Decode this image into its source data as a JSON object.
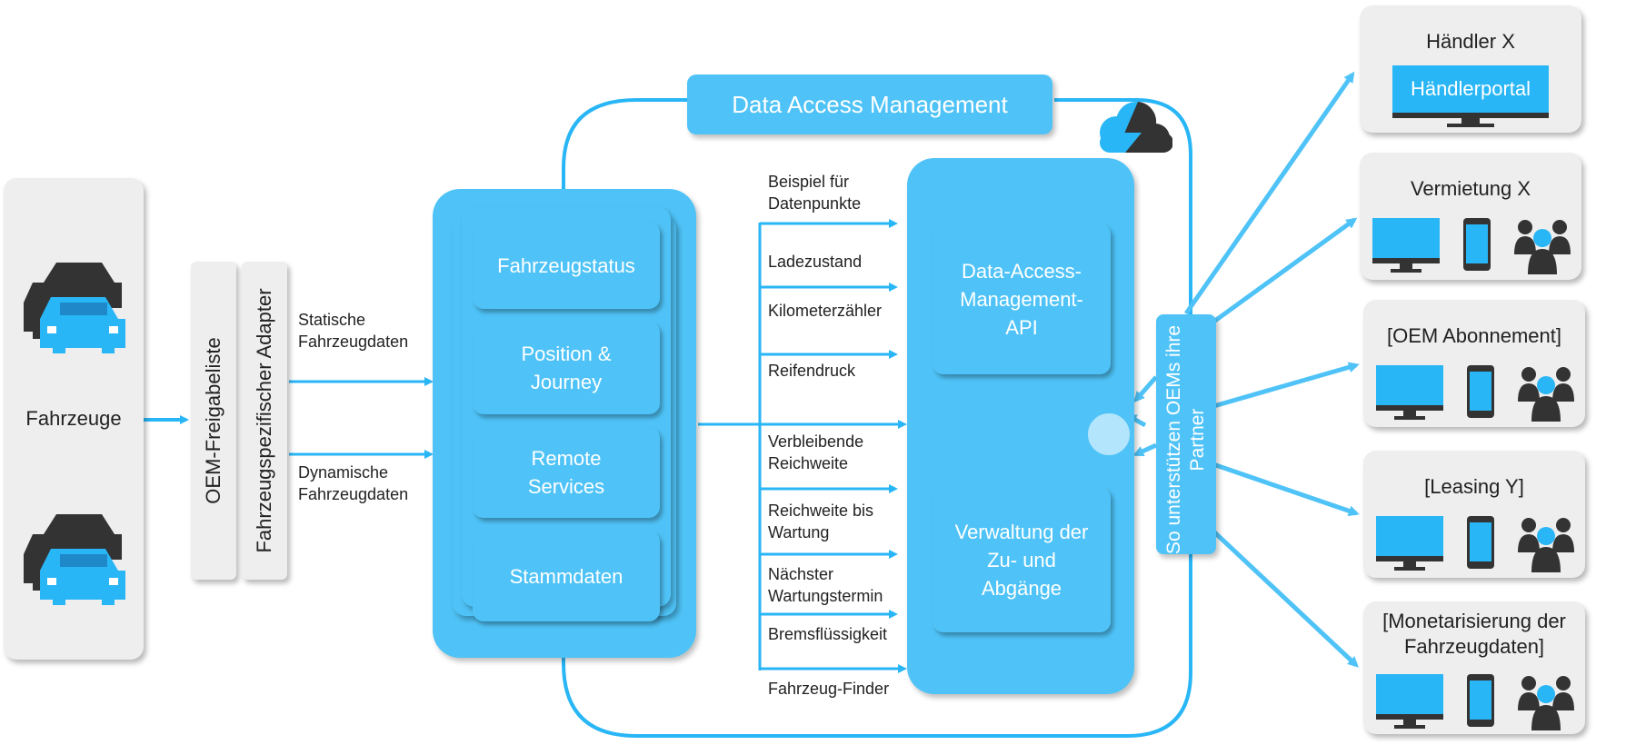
{
  "vehicles": {
    "label": "Fahrzeuge"
  },
  "whitelist": {
    "label": "OEM-Freigabeliste"
  },
  "adapter": {
    "label": "Fahrzeugspezifischer Adapter"
  },
  "flows": {
    "static": "Statische Fahrzeugdaten",
    "dynamic": "Dynamische Fahrzeugdaten"
  },
  "dam": {
    "title": "Data Access Management"
  },
  "services": [
    "Fahrzeugstatus",
    "Position & Journey",
    "Remote Services",
    "Stammdaten"
  ],
  "datapoints": {
    "header": "Beispiel für Datenpunkte",
    "items": [
      "Ladezustand",
      "Kilometerzähler",
      "Reifendruck",
      "Verbleibende Reichweite",
      "Reichweite bis Wartung",
      "Nächster Wartungstermin",
      "Bremsflüssigkeit",
      "Fahrzeug-Finder"
    ]
  },
  "api": {
    "title": "Data-Access-Management-API",
    "admin": "Verwaltung der Zu- und Abgänge"
  },
  "partner_bar": {
    "label": "So unterstützen OEMs ihre Partner"
  },
  "partners": [
    {
      "title": "Händler X",
      "portal": "Händlerportal"
    },
    {
      "title": "Vermietung X"
    },
    {
      "title": "[OEM Abonnement]"
    },
    {
      "title": "[Leasing Y]"
    },
    {
      "title": "[Monetarisierung der Fahrzeugdaten]"
    }
  ],
  "colors": {
    "accent": "#4fc3f7",
    "line": "#29b6f6",
    "dark": "#333333",
    "panel": "#eeeeee"
  },
  "icons": [
    "car-icon",
    "cloud-icon",
    "monitor-icon",
    "smartphone-icon",
    "people-icon"
  ]
}
